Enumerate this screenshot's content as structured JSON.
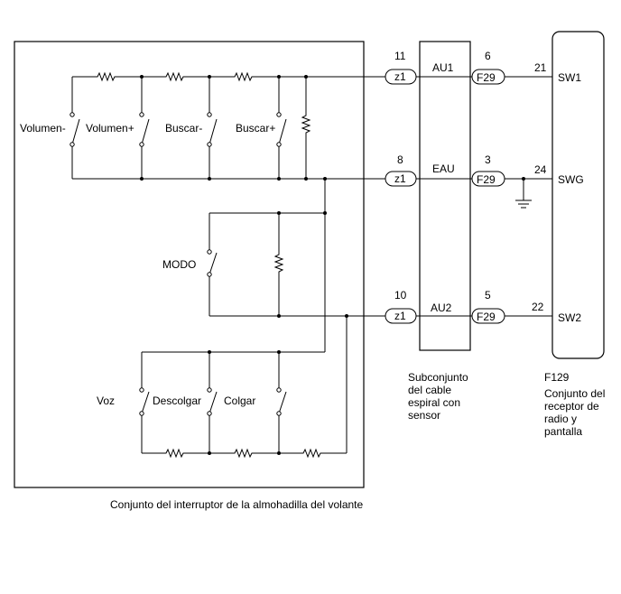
{
  "switch_assembly": {
    "caption": "Conjunto del interruptor de la almohadilla del volante",
    "switches": {
      "vol_down": "Volumen-",
      "vol_up": "Volumen+",
      "seek_down": "Buscar-",
      "seek_up": "Buscar+",
      "mode": "MODO",
      "voice": "Voz",
      "off_hook": "Descolgar",
      "on_hook": "Colgar"
    }
  },
  "spiral_cable": {
    "caption_lines": [
      "Subconjunto",
      "del cable",
      "espiral con",
      "sensor"
    ],
    "signals": {
      "au1": "AU1",
      "eau": "EAU",
      "au2": "AU2"
    }
  },
  "radio_receiver": {
    "code": "F129",
    "caption_lines": [
      "Conjunto del",
      "receptor de",
      "radio y",
      "pantalla"
    ],
    "pins": {
      "sw1": "SW1",
      "swg": "SWG",
      "sw2": "SW2"
    }
  },
  "connections": {
    "au1": {
      "z1_pin": "11",
      "z1_label": "z1",
      "f29_pin": "6",
      "f29_label": "F29",
      "radio_pin": "21"
    },
    "eau": {
      "z1_pin": "8",
      "z1_label": "z1",
      "f29_pin": "3",
      "f29_label": "F29",
      "radio_pin": "24"
    },
    "au2": {
      "z1_pin": "10",
      "z1_label": "z1",
      "f29_pin": "5",
      "f29_label": "F29",
      "radio_pin": "22"
    }
  }
}
